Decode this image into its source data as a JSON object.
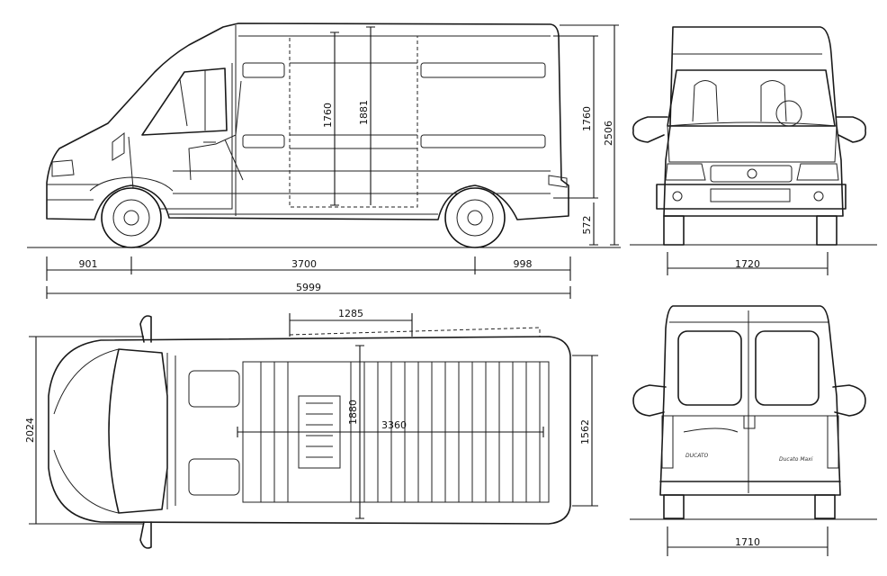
{
  "dimensions": {
    "front_overhang": "901",
    "wheelbase": "3700",
    "rear_overhang": "998",
    "overall_length": "5999",
    "interior_height_door": "1760",
    "interior_height_max": "1881",
    "cargo_height": "1760",
    "overall_height": "2506",
    "ground_to_floor": "572",
    "front_track": "1720",
    "side_door_width": "1285",
    "cargo_length": "3360",
    "cargo_width": "1880",
    "width_between_wheel_arches": "1562",
    "overall_width_mirrors": "2024",
    "rear_track": "1710"
  },
  "badges": {
    "rear_left": "DUCATO",
    "rear_right": "Ducato Maxi"
  },
  "colors": {
    "line": "#1a1a1a",
    "background": "#ffffff"
  }
}
